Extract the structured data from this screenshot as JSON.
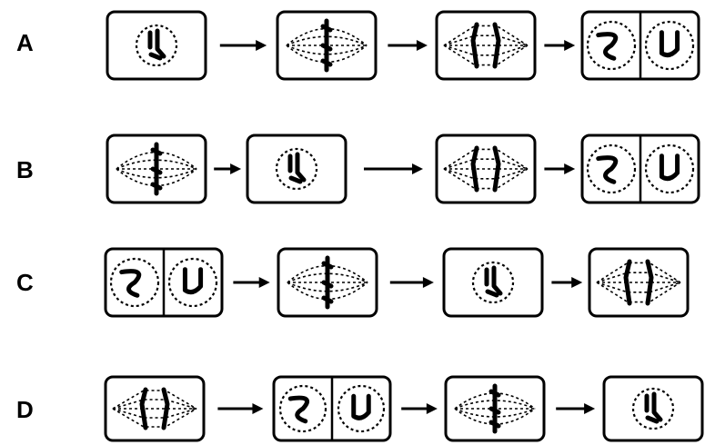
{
  "rows": [
    {
      "label": "A",
      "sequence": [
        "interphase",
        "metaphase",
        "anaphase",
        "telophase"
      ]
    },
    {
      "label": "B",
      "sequence": [
        "metaphase",
        "interphase",
        "anaphase",
        "telophase"
      ]
    },
    {
      "label": "C",
      "sequence": [
        "telophase",
        "metaphase",
        "interphase",
        "anaphase"
      ]
    },
    {
      "label": "D",
      "sequence": [
        "anaphase",
        "telophase",
        "metaphase",
        "interphase"
      ]
    }
  ]
}
